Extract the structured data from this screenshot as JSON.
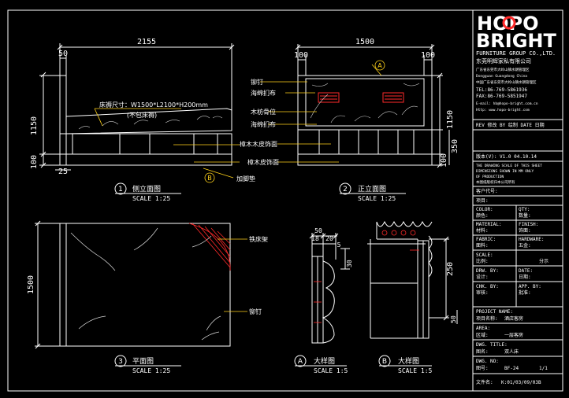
{
  "colors": {
    "background": "#000000",
    "lines": "#ffffff",
    "accent_red": "#ff2a2a",
    "leader": "#ffd21a",
    "yellow": "#ffe24a",
    "cyan": "#5ad4ff"
  },
  "dimensions": {
    "side_width": "2155",
    "side_left": "50",
    "side_height": "1150",
    "side_base": "100",
    "side_foot": "25",
    "front_width": "1500",
    "front_left": "100",
    "front_right": "100",
    "front_height": "1150",
    "front_350": "350",
    "front_100": "100",
    "plan_height": "1500",
    "detA_18": "18",
    "detA_20": "20",
    "detA_5": "5",
    "detA_30": "30",
    "detB_250": "250",
    "detB_50": "50"
  },
  "side_notes": {
    "bed_size": "床褥尺寸：W1500*L2100*H200mm",
    "bed_note": "(不包床褥)"
  },
  "front_notes": {
    "n1": "铆钉",
    "n2": "海绵扪布",
    "n3": "木枋骨位",
    "n4": "海绵扪布",
    "n5": "樟木木皮饰面",
    "n6": "樟木皮饰面",
    "n7": "加脚垫"
  },
  "plan_notes": {
    "n1": "铁床架",
    "n2": "铆钉"
  },
  "views": {
    "side": {
      "num": "1",
      "title": "侧立面图",
      "scale": "SCALE 1:25"
    },
    "front": {
      "num": "2",
      "title": "正立面图",
      "scale": "SCALE 1:25"
    },
    "plan": {
      "num": "3",
      "title": "平面图",
      "scale": "SCALE 1:25"
    },
    "detA": {
      "num": "A",
      "title": "大样图",
      "scale": "SCALE 1:5"
    },
    "detB": {
      "num": "B",
      "title": "大样图",
      "scale": "SCALE 1:5"
    }
  },
  "callouts": {
    "A": "A",
    "B": "B"
  },
  "titleblock": {
    "logo_top": "HOPO",
    "logo_bottom": "BRIGHT",
    "company_en": "FURNITURE GROUP CO.,LTD.",
    "company_cn": "东莞明辉家私有限公司",
    "addr1": "广东省东莞市大岭山镇水朗管理区",
    "addr2": "Dongguan Guangdong China",
    "addr3": "中国广东省东莞市大岭山镇水朗管理区",
    "tel": "TEL:86-769-5861936",
    "fax": "FAX:86-769-5851947",
    "email": "E-mail: hb@hopo-bright.com.cn",
    "web": "Http: www.hopo-bright.com",
    "rev_header": "REV 修改  BY 绘制  DATE 日期",
    "version": "版本(V):  V1.0     04.10.14",
    "note1": "THE DRAWING SCALE OF THIS SHEET",
    "note2": "DIMENSIONS SHOWN IN MM ONLY",
    "note3": "OF PRODUCTION",
    "note4": "本图纸版权归本公司所有",
    "client_code": "客户代号:",
    "project": "项目:",
    "color_l": "COLOR:",
    "color_v": "颜色:",
    "qty_l": "QTY:",
    "qty_v": "数量:",
    "material_l": "MATERIAL:",
    "material_v": "材料:",
    "finish_l": "FINISH:",
    "finish_v": "饰面:",
    "upholstery_l": "FABRIC:",
    "upholstery_v": "面料:",
    "hardware_l": "HARDWARE:",
    "hardware_v": "五金:",
    "scale_l": "SCALE:",
    "scale_v": "比例:",
    "unit_v": "分示",
    "drw_l": "DRW. BY:",
    "drw_v": "设计:",
    "date_l": "DATE:",
    "date_v": "日期:",
    "chk_l": "CHK. BY:",
    "chk_v": "审核:",
    "app_l": "APP. BY:",
    "app_v": "批准:",
    "proj_name_l": "PROJECT NAME:",
    "proj_name_v": "项目名称:",
    "proj_name": "酒店客房",
    "area_l": "AREA:",
    "area_v": "区域:",
    "area": "一层客房",
    "dwg_title_l": "DWG. TITLE:",
    "dwg_title_v": "图名:",
    "dwg_title": "双人床",
    "dwg_no_l": "DWG. NO:",
    "dwg_no_v": "图号:",
    "dwg_no": "BF-24",
    "sheet": "1/1",
    "file_l": "文件名:",
    "file": "K:01/03/09/03B"
  }
}
